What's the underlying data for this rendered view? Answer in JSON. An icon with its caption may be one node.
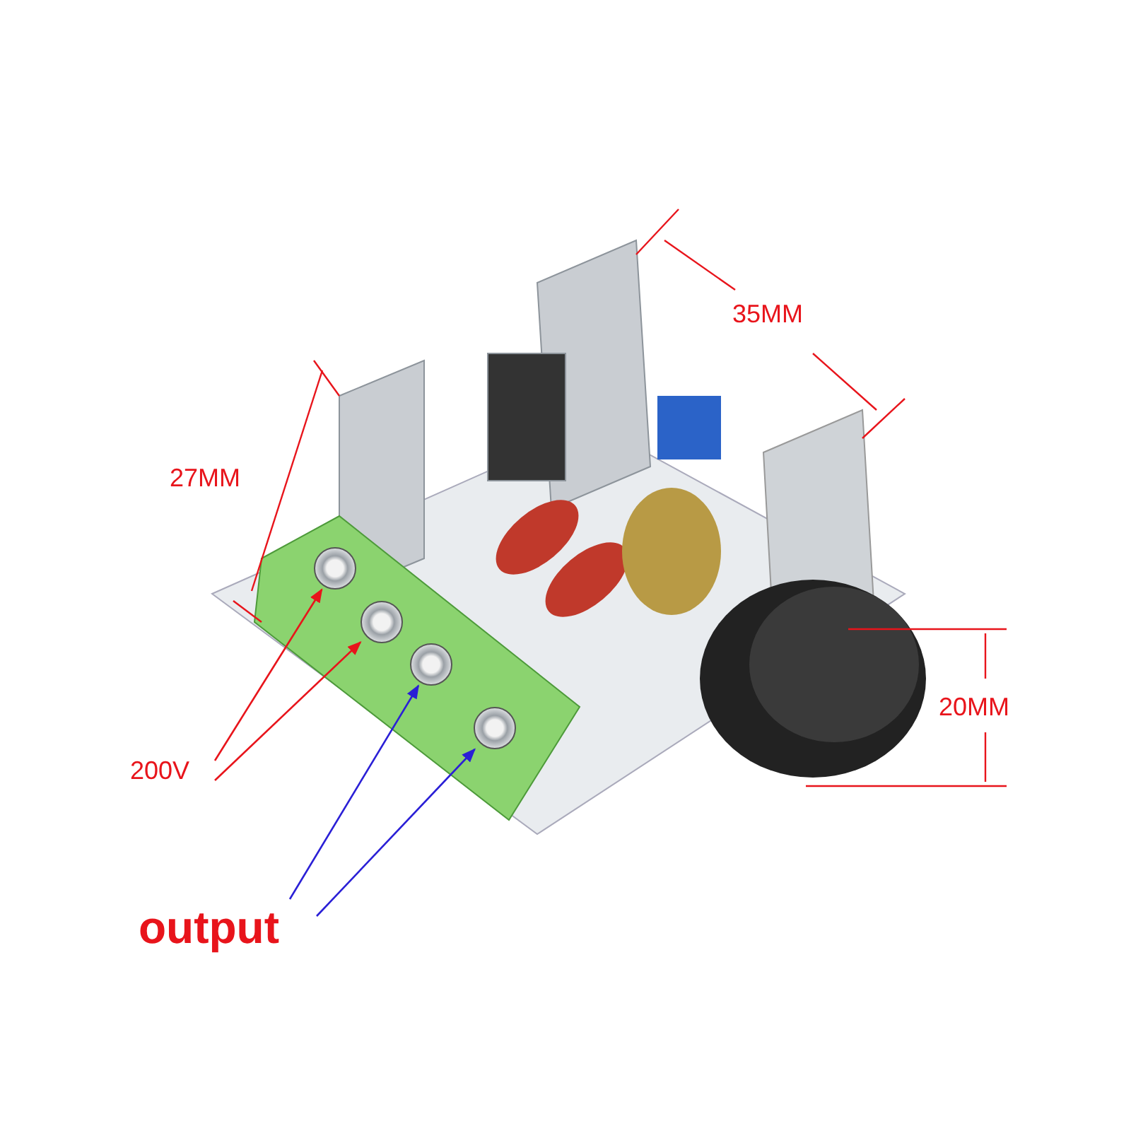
{
  "diagram": {
    "nodes": [
      {
        "text": [
          "200V"
        ]
      },
      {
        "text": [
          "output"
        ]
      },
      {
        "text": [],
        "shape": "box"
      },
      {
        "text": [],
        "shape": "box"
      },
      {
        "text": [],
        "shape": "box"
      },
      {
        "text": [],
        "shape": "box"
      }
    ],
    "edges": [
      {
        "from": 0,
        "to": 2,
        "arrow": "to",
        "color": "#e8141b"
      },
      {
        "from": 0,
        "to": 3,
        "arrow": "to",
        "color": "#e8141b"
      },
      {
        "from": 1,
        "to": 4,
        "arrow": "to",
        "color": "#2a1fd6"
      },
      {
        "from": 1,
        "to": 5,
        "arrow": "to",
        "color": "#2a1fd6"
      }
    ],
    "labels": [
      "35MM",
      "27MM",
      "20MM"
    ]
  }
}
